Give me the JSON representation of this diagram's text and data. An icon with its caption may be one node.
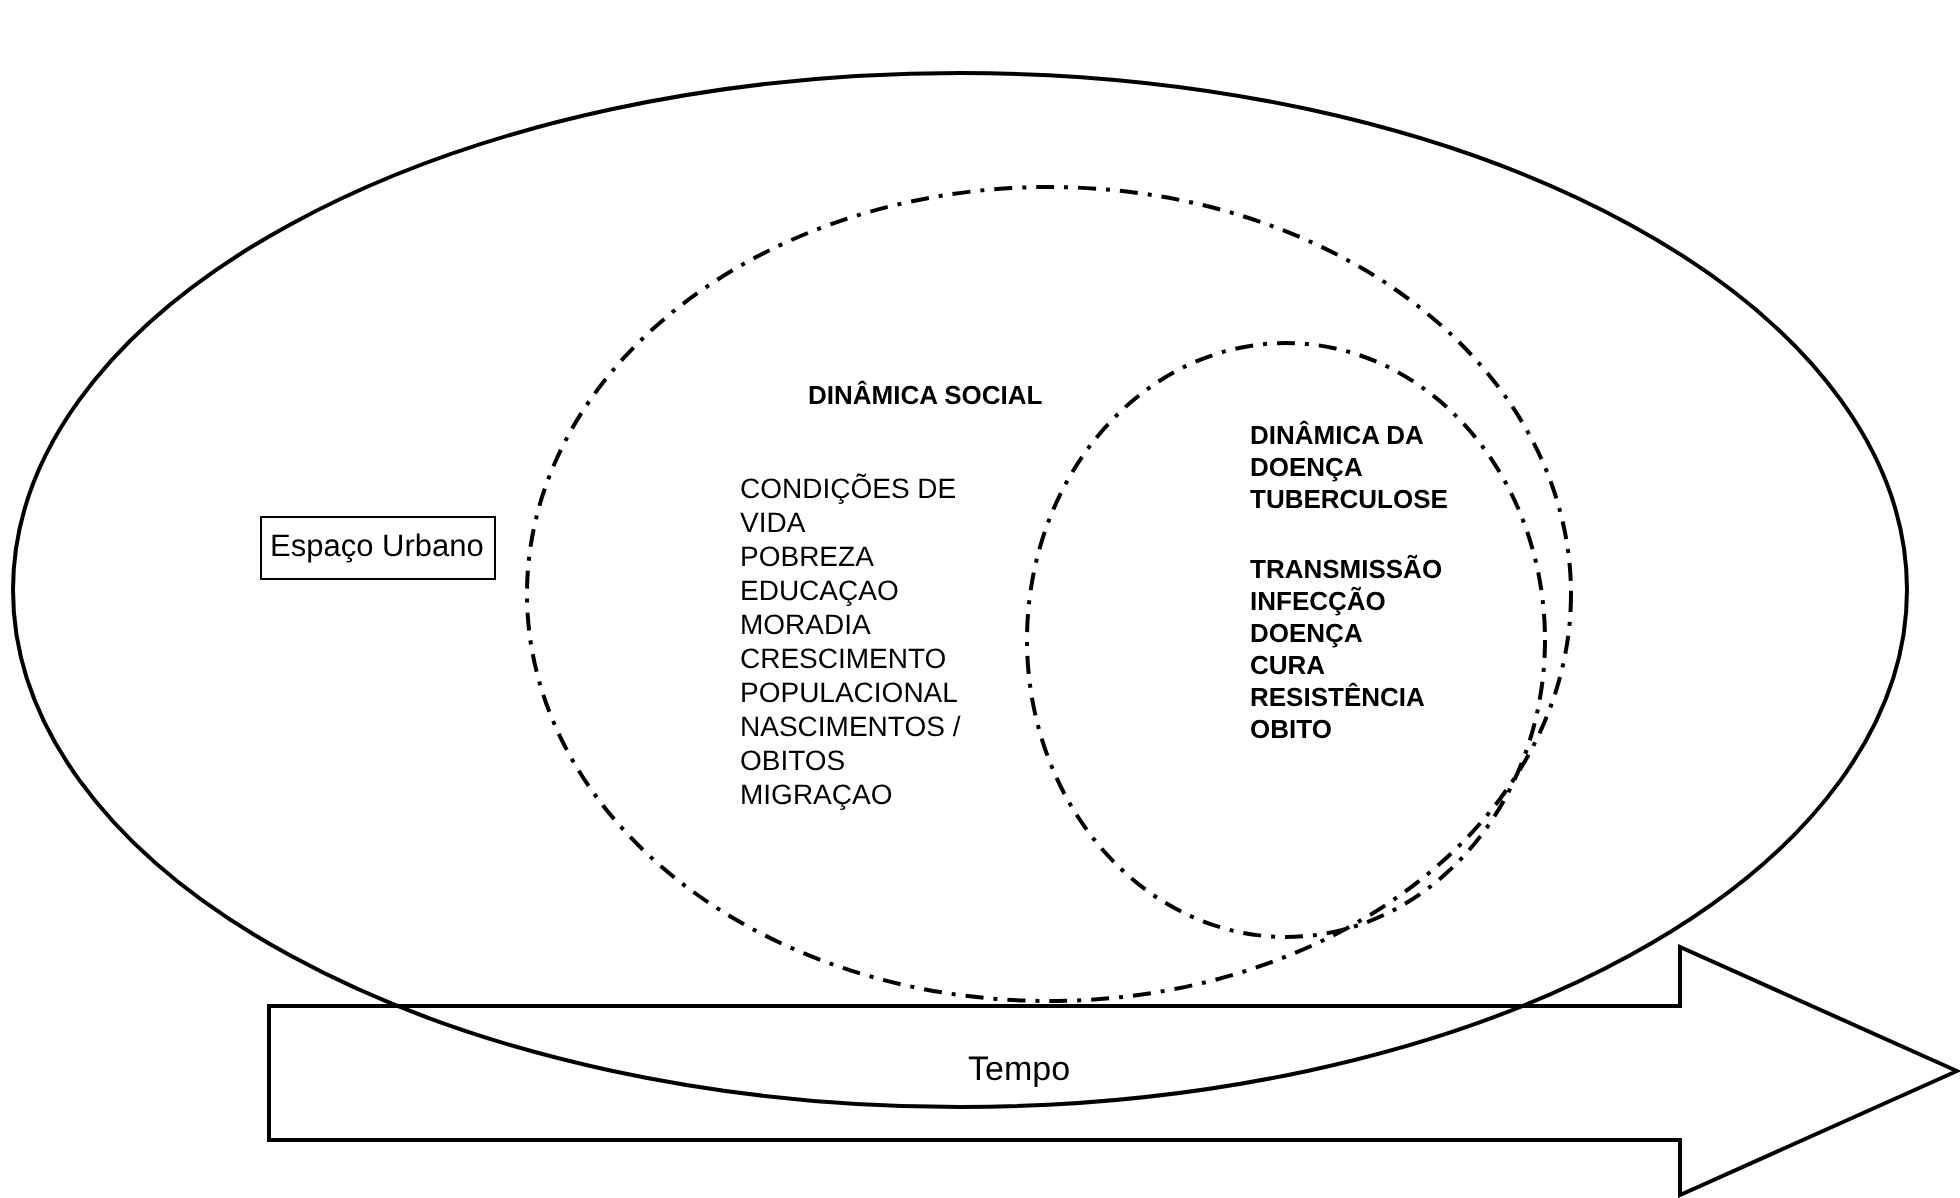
{
  "diagram": {
    "nodes": [
      {
        "text": [],
        "shape": "ellipse"
      },
      {
        "text": [
          "Espaço Urbano"
        ],
        "in": 0
      },
      {
        "text": [
          "DINÂMICA SOCIAL",
          "CONDIÇÕES DE VIDA",
          "POBREZA",
          "EDUCAÇAO",
          "MORADIA",
          "CRESCIMENTO POPULACIONAL",
          "NASCIMENTOS / OBITOS",
          "MIGRAÇAO"
        ],
        "in": 0
      },
      {
        "text": [
          "DINÂMICA DA DOENÇA TUBERCULOSE",
          "TRANSMISSÃO",
          "INFECÇÃO",
          "DOENÇA",
          "CURA",
          "RESISTÊNCIA",
          "OBITO"
        ],
        "in": 2
      },
      {
        "text": [
          "Tempo"
        ]
      }
    ],
    "edges": []
  }
}
